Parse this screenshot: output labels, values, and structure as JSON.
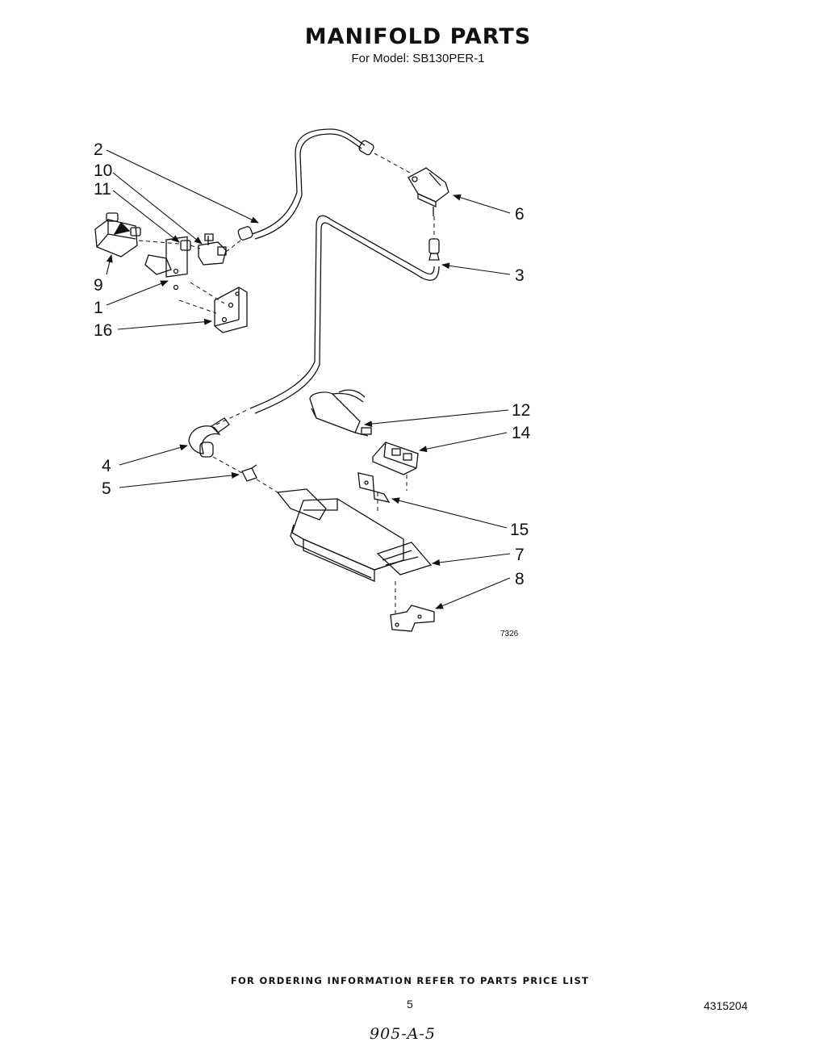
{
  "header": {
    "title": "MANIFOLD PARTS",
    "subtitle": "For Model: SB130PER-1"
  },
  "diagram": {
    "callouts": [
      {
        "id": "2",
        "label": "2"
      },
      {
        "id": "10",
        "label": "10"
      },
      {
        "id": "11",
        "label": "11"
      },
      {
        "id": "9",
        "label": "9"
      },
      {
        "id": "1",
        "label": "1"
      },
      {
        "id": "16",
        "label": "16"
      },
      {
        "id": "6",
        "label": "6"
      },
      {
        "id": "3",
        "label": "3"
      },
      {
        "id": "12",
        "label": "12"
      },
      {
        "id": "14",
        "label": "14"
      },
      {
        "id": "4",
        "label": "4"
      },
      {
        "id": "5",
        "label": "5"
      },
      {
        "id": "15",
        "label": "15"
      },
      {
        "id": "7",
        "label": "7"
      },
      {
        "id": "8",
        "label": "8"
      }
    ],
    "figure_number": "7326"
  },
  "footer": {
    "ordering_note": "FOR ORDERING INFORMATION REFER TO PARTS PRICE LIST",
    "page_number": "5",
    "document_number": "4315204",
    "handwritten_note": "905-A-5"
  }
}
